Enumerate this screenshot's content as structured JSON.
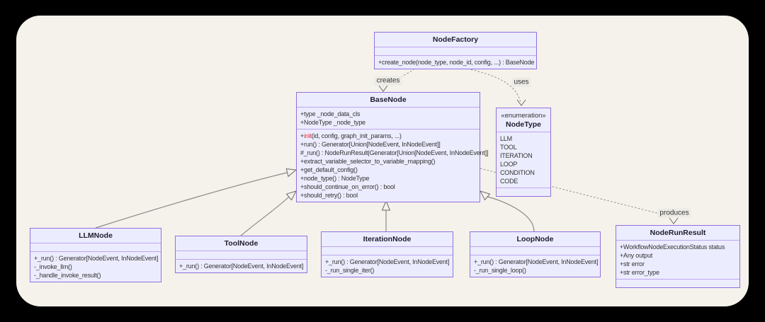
{
  "diagram": {
    "kind": "uml-class-diagram",
    "canvas_color": "#f4f2eb",
    "node_fill": "#ececff",
    "node_border": "#9370db",
    "accent_color": "#e0312d"
  },
  "classes": {
    "nodefactory": {
      "name": "NodeFactory",
      "sections": [
        [],
        [
          "+create_node(node_type, node_id, config, ...) : BaseNode"
        ]
      ]
    },
    "basenode": {
      "name": "BaseNode",
      "sections": [
        [
          "+type _node_data_cls",
          "+NodeType _node_type"
        ],
        [
          [
            {
              "t": "+"
            },
            {
              "t": "init",
              "c": "accent"
            },
            {
              "t": "(id, config, graph_init_params, ...)"
            }
          ],
          "+run() : Generator[Union[NodeEvent, InNodeEvent]]",
          "#_run() : NodeRunResult|Generator[Union[NodeEvent, InNodeEvent]]",
          "+extract_variable_selector_to_variable_mapping()",
          "+get_default_config()",
          "+node_type() : NodeType",
          "+should_continue_on_error() : bool",
          "+should_retry() : bool"
        ]
      ]
    },
    "nodetype": {
      "name": "NodeType",
      "stereotype": "«enumeration»",
      "sections": [
        [
          "LLM",
          "TOOL",
          "ITERATION",
          "LOOP",
          "CONDITION",
          "CODE"
        ],
        []
      ]
    },
    "llmnode": {
      "name": "LLMNode",
      "sections": [
        [],
        [
          "+_run() : Generator[NodeEvent, InNodeEvent]",
          "-_invoke_llm()",
          "-_handle_invoke_result()"
        ]
      ]
    },
    "toolnode": {
      "name": "ToolNode",
      "sections": [
        [],
        [
          "+_run() : Generator[NodeEvent, InNodeEvent]"
        ]
      ]
    },
    "iterationnode": {
      "name": "IterationNode",
      "sections": [
        [],
        [
          "+_run() : Generator[NodeEvent, InNodeEvent]",
          "-_run_single_iter()"
        ]
      ]
    },
    "loopnode": {
      "name": "LoopNode",
      "sections": [
        [],
        [
          "+_run() : Generator[NodeEvent, InNodeEvent]",
          "-_run_single_loop()"
        ]
      ]
    },
    "noderunresult": {
      "name": "NodeRunResult",
      "sections": [
        [
          "+WorkflowNodeExecutionStatus status",
          "+Any output",
          "+str error",
          "+str error_type"
        ],
        []
      ]
    }
  },
  "edges": {
    "creates": "creates",
    "uses": "uses",
    "produces": "produces"
  }
}
